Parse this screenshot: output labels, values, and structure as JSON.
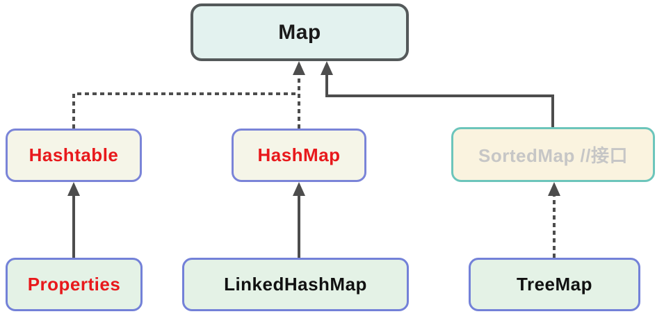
{
  "diagram_type": "class-hierarchy",
  "nodes": [
    {
      "id": "map",
      "label": "Map",
      "fill": "#e3f2ef",
      "border": "#54595a",
      "text_color": "#1a1a1a"
    },
    {
      "id": "hashtable",
      "label": "Hashtable",
      "fill": "#f5f5e8",
      "border": "#7a84d8",
      "text_color": "#e8191c"
    },
    {
      "id": "hashmap",
      "label": "HashMap",
      "fill": "#f5f5e8",
      "border": "#7a84d8",
      "text_color": "#e8191c"
    },
    {
      "id": "sortedmap",
      "label": "SortedMap //接口",
      "fill": "#faf3df",
      "border": "#6cc5bb",
      "text_color": "#c6c6c6"
    },
    {
      "id": "properties",
      "label": "Properties",
      "fill": "#e4f2e6",
      "border": "#7381d8",
      "text_color": "#e8191c"
    },
    {
      "id": "linkedhashmap",
      "label": "LinkedHashMap",
      "fill": "#e4f2e6",
      "border": "#7381d8",
      "text_color": "#111111"
    },
    {
      "id": "treemap",
      "label": "TreeMap",
      "fill": "#e4f2e6",
      "border": "#7381d8",
      "text_color": "#111111"
    }
  ],
  "edges": [
    {
      "from": "hashtable",
      "to": "map",
      "line": "dashed"
    },
    {
      "from": "hashmap",
      "to": "map",
      "line": "dashed"
    },
    {
      "from": "sortedmap",
      "to": "map",
      "line": "solid"
    },
    {
      "from": "properties",
      "to": "hashtable",
      "line": "solid"
    },
    {
      "from": "linkedhashmap",
      "to": "hashmap",
      "line": "solid"
    },
    {
      "from": "treemap",
      "to": "sortedmap",
      "line": "dashed"
    }
  ],
  "colors": {
    "arrow": "#4d4d4d",
    "background": "#ffffff"
  }
}
